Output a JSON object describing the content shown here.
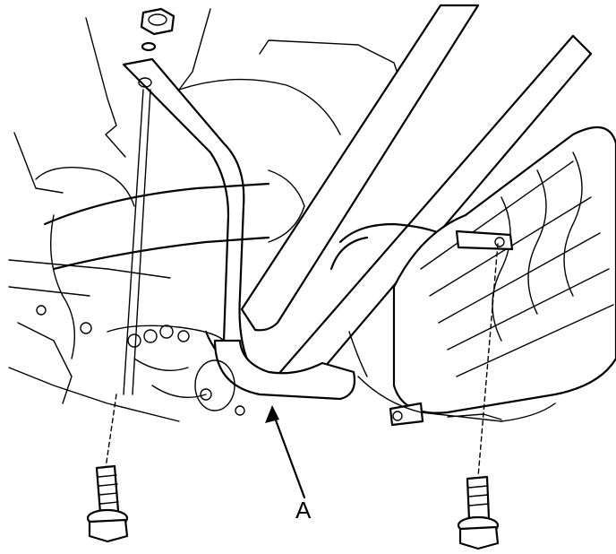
{
  "diagram": {
    "callouts": [
      {
        "id": "A",
        "label": "A"
      }
    ],
    "parts": [
      "flange-nut",
      "exhaust-hanger-bracket",
      "exhaust-pipe",
      "catalytic-converter",
      "heat-shield",
      "flange-bolt-left",
      "flange-bolt-right",
      "crossmember-beam",
      "rubber-mount"
    ]
  }
}
